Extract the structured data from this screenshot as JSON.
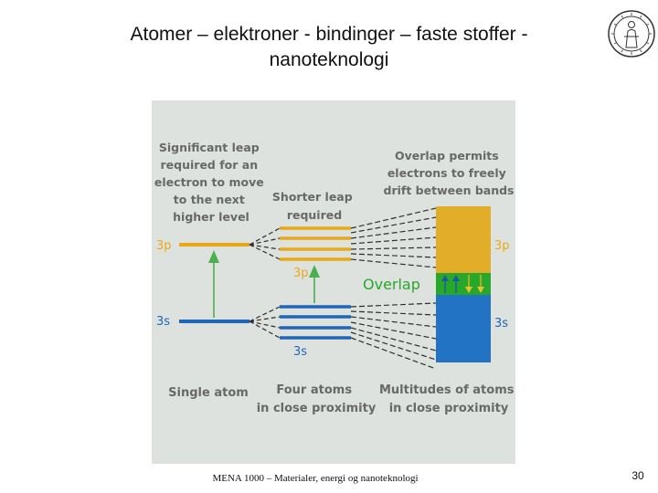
{
  "slide": {
    "title_line1": "Atomer – elektroner - bindinger – faste stoffer -",
    "title_line2": "nanoteknologi",
    "footer": "MENA 1000 – Materialer, energi og nanoteknologi",
    "page_number": "30"
  },
  "seal": {
    "description_icon": "university-seal-icon"
  },
  "diagram": {
    "single_atom_caption_lines": [
      "Significant leap",
      "required for an",
      "electron to move",
      "to the next",
      "higher level"
    ],
    "four_atoms_caption_lines": [
      "Shorter leap",
      "required"
    ],
    "multitudes_caption_lines": [
      "Overlap permits",
      "electrons to freely",
      "drift between bands"
    ],
    "level_3p": "3p",
    "level_3s": "3s",
    "overlap_label": "Overlap",
    "bottom_single": "Single atom",
    "bottom_four_lines": [
      "Four atoms",
      "in close proximity"
    ],
    "bottom_multi_lines": [
      "Multitudes of atoms",
      "in close proximity"
    ]
  },
  "colors": {
    "background": "#dee2de",
    "text_gray": "#686868",
    "orange": "#e8a818",
    "orange_band": "#e2ae2a",
    "blue": "#1e66b8",
    "blue_band": "#2373c4",
    "green": "#4caf50",
    "green_overlap": "#27a82a",
    "dash": "#2e2e2e"
  }
}
